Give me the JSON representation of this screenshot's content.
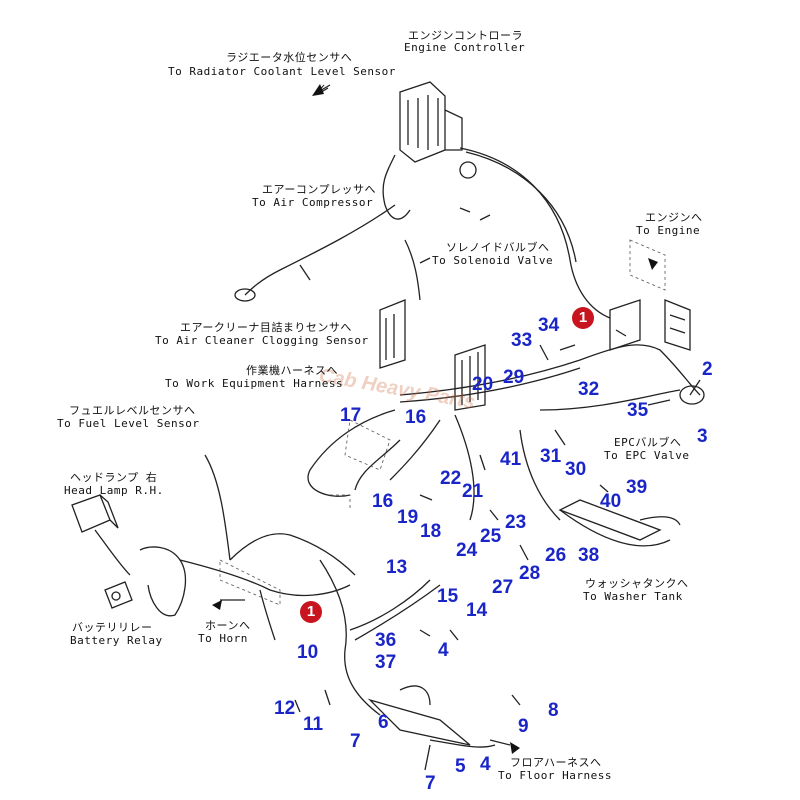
{
  "labels": {
    "engine_controller_jp": "エンジンコントローラ",
    "engine_controller_en": "Engine Controller",
    "radiator_jp": "ラジエータ水位センサへ",
    "radiator_en": "To Radiator Coolant Level Sensor",
    "air_comp_jp": "エアーコンプレッサへ",
    "air_comp_en": "To Air Compressor",
    "solenoid_jp": "ソレノイドバルブへ",
    "solenoid_en": "To Solenoid Valve",
    "engine_jp": "エンジンへ",
    "engine_en": "To Engine",
    "air_cleaner_jp": "エアークリーナ目詰まりセンサへ",
    "air_cleaner_en": "To Air Cleaner Clogging Sensor",
    "work_equip_jp": "作業機ハーネスへ",
    "work_equip_en": "To Work Equipment Harness",
    "fuel_jp": "フュエルレベルセンサへ",
    "fuel_en": "To Fuel Level Sensor",
    "head_lamp_jp": "ヘッドランプ 右",
    "head_lamp_en": "Head Lamp R.H.",
    "epc_jp": "EPCバルブへ",
    "epc_en": "To EPC Valve",
    "battery_jp": "バッテリリレー",
    "battery_en": "Battery Relay",
    "horn_jp": "ホーンへ",
    "horn_en": "To Horn",
    "washer_jp": "ウォッシャタンクへ",
    "washer_en": "To Washer Tank",
    "floor_jp": "フロアハーネスへ",
    "floor_en": "To Floor Harness"
  },
  "callouts": [
    "1",
    "1"
  ],
  "watermark": "Cab Heavy Parts",
  "parts": [
    "2",
    "3",
    "4",
    "4",
    "5",
    "6",
    "7",
    "7",
    "8",
    "9",
    "10",
    "11",
    "12",
    "13",
    "14",
    "15",
    "16",
    "16",
    "17",
    "18",
    "19",
    "20",
    "21",
    "22",
    "23",
    "24",
    "25",
    "26",
    "27",
    "28",
    "29",
    "30",
    "31",
    "32",
    "33",
    "34",
    "35",
    "36",
    "37",
    "38",
    "39",
    "40",
    "41"
  ],
  "colors": {
    "part_number": "#1a25c8",
    "callout": "#c8141e",
    "line": "#222222"
  }
}
